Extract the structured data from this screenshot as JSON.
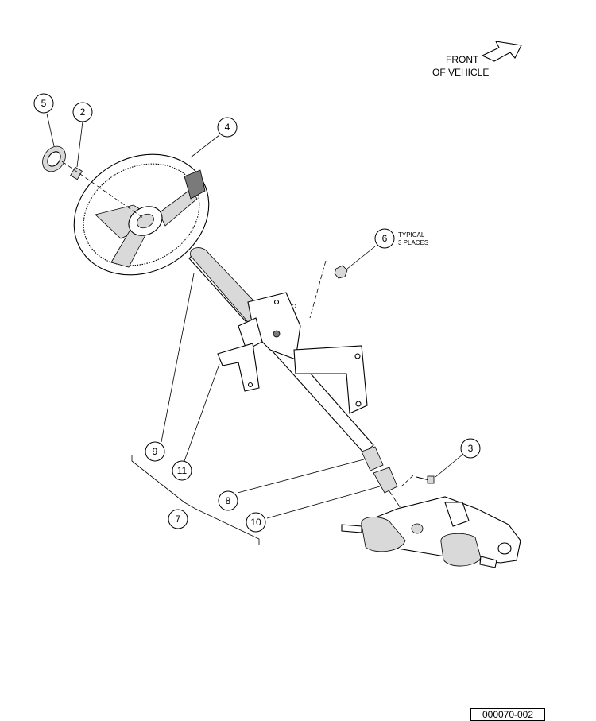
{
  "orientation": {
    "line1": "FRONT",
    "line2": "OF VEHICLE"
  },
  "callouts": [
    {
      "id": "5",
      "label": "5"
    },
    {
      "id": "2",
      "label": "2"
    },
    {
      "id": "4",
      "label": "4"
    },
    {
      "id": "6",
      "label": "6",
      "note1": "TYPICAL",
      "note2": "3 PLACES"
    },
    {
      "id": "3",
      "label": "3"
    },
    {
      "id": "9",
      "label": "9"
    },
    {
      "id": "11",
      "label": "11"
    },
    {
      "id": "8",
      "label": "8"
    },
    {
      "id": "7",
      "label": "7"
    },
    {
      "id": "10",
      "label": "10"
    }
  ],
  "figure_id": "000070-002"
}
